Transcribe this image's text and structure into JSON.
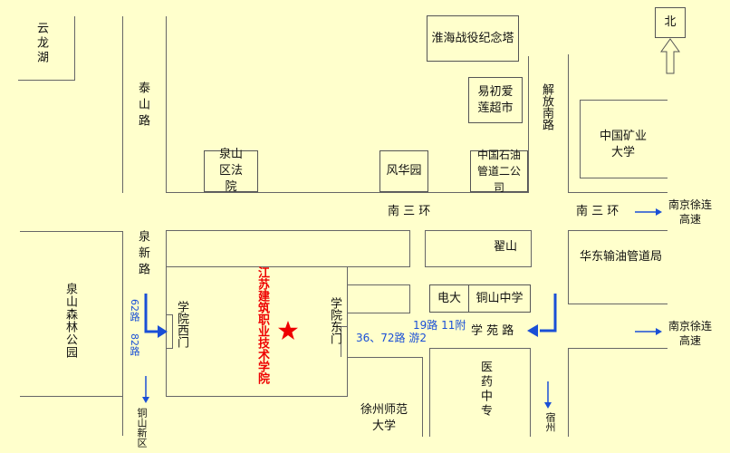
{
  "map": {
    "compass": "北",
    "places": {
      "yunlong_lake": "云龙湖",
      "huaihai_memorial": "淮海战役纪念塔",
      "yichu_supermarket": "易初爱莲超市",
      "quanshan_court": "泉山区法院",
      "fenghua_garden": "风华园",
      "sinopec_pipeline": "中国石油管道二公司",
      "cumt": "中国矿业大学",
      "zhaishan": "翟山",
      "east_china_pipeline": "华东输油管道局",
      "power_univ": "电大",
      "tongshan_middle": "铜山中学",
      "quanshan_forest_park": "泉山森林公园",
      "jiangsu_college": "江苏建筑职业技术学院",
      "west_gate": "学院西门",
      "east_gate": "学院东门",
      "medical_school": "医药中专",
      "xuzhou_normal": "徐州师范大学"
    },
    "roads": {
      "taishan_road": "泰山路",
      "jiefang_south": "解放南路",
      "nansanhuan_1": "南 三 环",
      "nansanhuan_2": "南 三 环",
      "quanxin_road": "泉新路",
      "xueyuan_road": "学 苑 路"
    },
    "destinations": {
      "nanjing_expressway_1": "南京徐连高速",
      "nanjing_expressway_2": "南京徐连高速",
      "tongshan_new_district": "铜山新区",
      "suzhou": "宿州"
    },
    "bus": {
      "west_62": "62路",
      "west_82": "82路",
      "east_routes": "36、72路 游2",
      "east_19_11": "19路 11附"
    },
    "colors": {
      "background": "#ffffcc",
      "road_line": "#666666",
      "bus_text": "#1a4fd6",
      "college_text": "#ee0000",
      "star": "#ee0000"
    }
  }
}
